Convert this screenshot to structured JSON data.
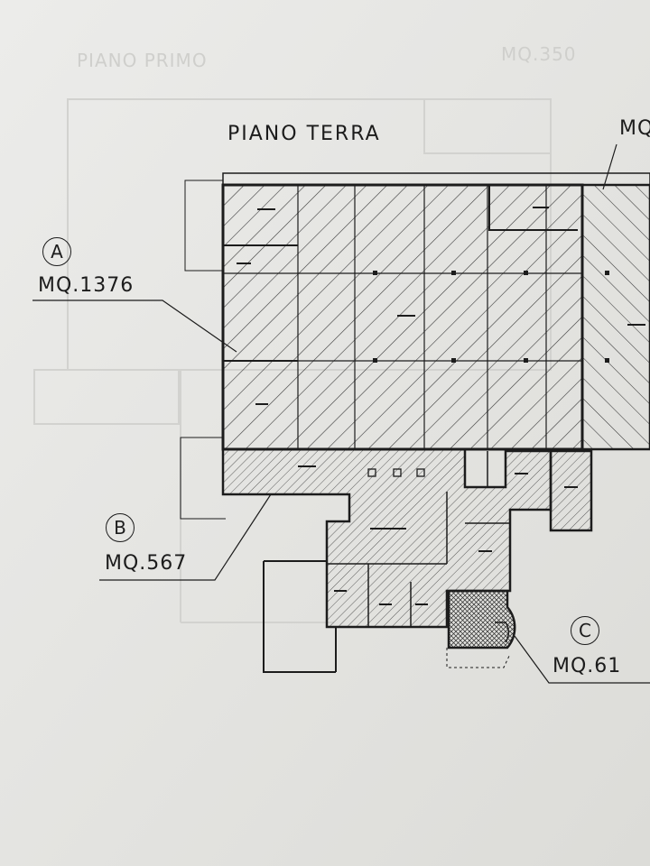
{
  "plan": {
    "title": "PIANO TERRA",
    "top_right_fragment": "MQ",
    "zones": [
      {
        "letter": "A",
        "area": "MQ.1376"
      },
      {
        "letter": "B",
        "area": "MQ.567"
      },
      {
        "letter": "C",
        "area": "MQ.61"
      }
    ],
    "ghost_text": {
      "left": "PIANO PRIMO",
      "right": "MQ.350"
    }
  },
  "colors": {
    "ink": "#1c1c1c",
    "paper": "#e9e9e6",
    "hatch": "#3a3a3a",
    "ghost": "#c9c9c6"
  }
}
